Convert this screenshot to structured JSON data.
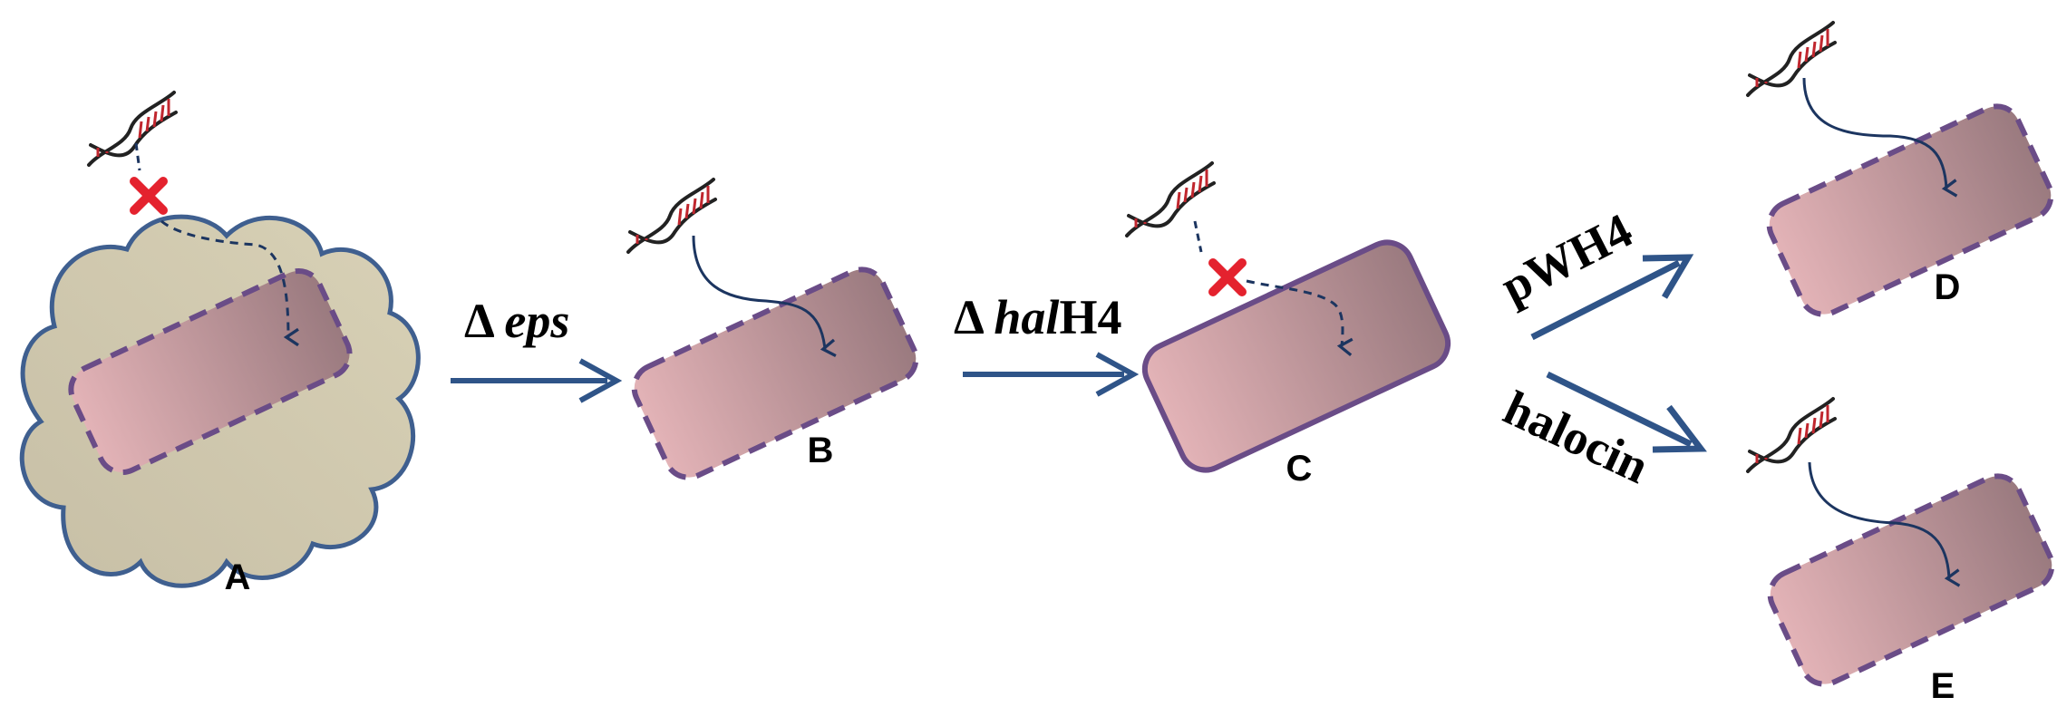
{
  "panels": {
    "a": "A",
    "b": "B",
    "c": "C",
    "d": "D",
    "e": "E"
  },
  "steps": {
    "eps": {
      "delta": "Δ ",
      "gene": "eps"
    },
    "halh4": {
      "delta": "Δ ",
      "gene_italic": "hal",
      "gene_rest": "H4"
    },
    "pwh4": "pWH4",
    "halocin": "halocin"
  },
  "colors": {
    "arrow": "#2f5488",
    "cell_border": "#6a4c87",
    "cell_fill_light": "#e3b3b7",
    "cell_fill_dark": "#9a7a7f",
    "capsule_fill": "#cdc5ab",
    "capsule_border": "#3f5f8f",
    "blocked_mark": "#e4222e",
    "dna_strand": "#222222",
    "dna_rungs": "#c0262e"
  },
  "icons": {
    "dna": "dna-helix-icon",
    "blocked": "red-x-icon",
    "entry_path": "curved-arrow-icon"
  }
}
